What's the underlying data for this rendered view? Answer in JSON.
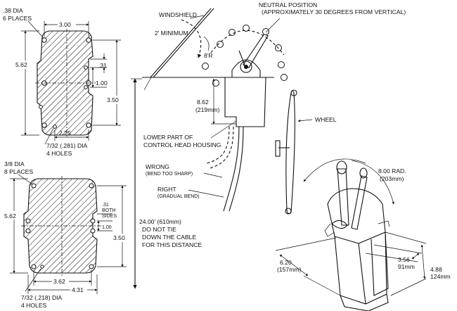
{
  "mount_top": {
    "holes_dia": ".38 DIA",
    "holes_count": "6 PLACES",
    "width": "3.00",
    "height": "5.62",
    "right_offset": ".31",
    "right_gap": "1.00",
    "right_height": "3.50",
    "bottom_width": "2.25",
    "small_holes_dia": "7/32 (.281) DIA",
    "small_holes_count": "4 HOLES"
  },
  "mount_bottom": {
    "holes_dia": "3/8 DIA",
    "holes_count": "8 PLACES",
    "height": "5.62",
    "offset": ".31",
    "both_sides_1": "BOTH",
    "both_sides_2": "SIDES",
    "gap": "1.00",
    "right_height": "3.50",
    "bottom_inner": "3.62",
    "bottom_outer": "4.31",
    "small_holes_dia": "7/32 (.218) DIA",
    "small_holes_count": "4 HOLES"
  },
  "center": {
    "windshield": "WINDSHIELD",
    "minimum": "2' MINIMUM",
    "radius_r": "8'R",
    "neutral_1": "NEUTRAL POSITION",
    "neutral_2": "(APPROXIMATELY 30 DEGREES FROM VERTICAL)",
    "height_in": "8.62",
    "height_mm": "(219mm)",
    "lower_1": "LOWER PART OF",
    "lower_2": "CONTROL HEAD HOUSING",
    "wrong": "WRONG",
    "wrong_note": "(BEND TOO SHARP)",
    "right": "RIGHT",
    "right_note": "(GRADUAL BEND)",
    "cable_1": "24.00' (610mm)",
    "cable_2": "DO NOT TIE",
    "cable_3": "DOWN THE CABLE",
    "cable_4": "FOR THIS DISTANCE",
    "wheel": "WHEEL"
  },
  "iso": {
    "radius_in": "8.00 RAD.",
    "radius_mm": "(203mm)",
    "depth_in": "6.20",
    "depth_mm": "(157mm)",
    "mid_in": "3.56",
    "mid_mm": "91mm",
    "width_in": "4.88",
    "width_mm": "124mm"
  }
}
